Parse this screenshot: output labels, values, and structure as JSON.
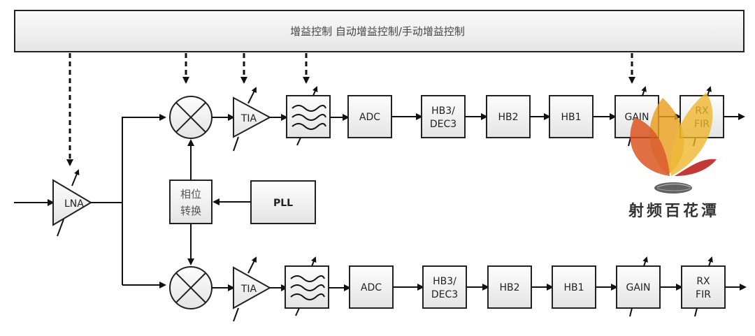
{
  "diagram": {
    "title": "RX signal chain block diagram",
    "banner": {
      "label": "增益控制  自动增益控制/手动增益控制"
    },
    "front_end": {
      "lna": "LNA",
      "phase_shift": [
        "相位",
        "转换"
      ],
      "pll": "PLL"
    },
    "i_path": {
      "tia": "TIA",
      "adc": "ADC",
      "hb3": [
        "HB3/",
        "DEC3"
      ],
      "hb2": "HB2",
      "hb1": "HB1",
      "gain": "GAIN",
      "rxfir": [
        "RX",
        "FIR"
      ]
    },
    "q_path": {
      "tia": "TIA",
      "adc": "ADC",
      "hb3": [
        "HB3/",
        "DEC3"
      ],
      "hb2": "HB2",
      "hb1": "HB1",
      "gain": "GAIN",
      "rxfir": [
        "RX",
        "FIR"
      ]
    },
    "colors": {
      "line": "#111111",
      "block_fill": "#eeeeee",
      "logo_orange": "#e8a020",
      "logo_red": "#d9531e",
      "logo_dark_red": "#c02828"
    }
  },
  "watermark": {
    "text": "射频百花潭"
  }
}
